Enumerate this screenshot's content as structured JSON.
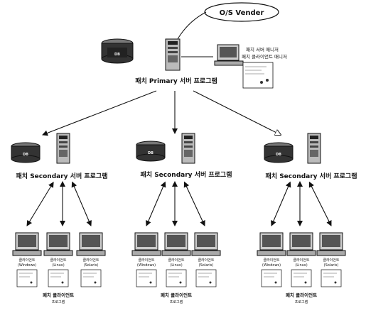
{
  "vendor": {
    "label": "O/S Vender"
  },
  "primary": {
    "db_label": "DB",
    "label": "패치 Primary 서버 프로그램",
    "manager_line1": "패치 서버 매니저",
    "manager_line2": "패치 클라이언트 매니저"
  },
  "secondary": [
    {
      "db_label": "DB",
      "label": "패치 Secondary 서버 프로그램"
    },
    {
      "db_label": "DB",
      "label": "패치 Secondary 서버 프로그램"
    },
    {
      "db_label": "DB",
      "label": "패치 Secondary 서버 프로그램"
    }
  ],
  "clients": [
    {
      "group_label": "패치 클라이언트",
      "group_sub": "프로그램",
      "items": [
        {
          "name": "클라이언트",
          "os": "(Windows)"
        },
        {
          "name": "클라이언트",
          "os": "(Linux)"
        },
        {
          "name": "클라이언트",
          "os": "(Solaris)"
        }
      ]
    },
    {
      "group_label": "패치 클라이언트",
      "group_sub": "프로그램",
      "items": [
        {
          "name": "클라이언트",
          "os": "(Windows)"
        },
        {
          "name": "클라이언트",
          "os": "(Linux)"
        },
        {
          "name": "클라이언트",
          "os": "(Solaris)"
        }
      ]
    },
    {
      "group_label": "패치 클라이언트",
      "group_sub": "프로그램",
      "items": [
        {
          "name": "클라이언트",
          "os": "(Windows)"
        },
        {
          "name": "클라이언트",
          "os": "(Linux)"
        },
        {
          "name": "클라이언트",
          "os": "(Solaris)"
        }
      ]
    }
  ]
}
